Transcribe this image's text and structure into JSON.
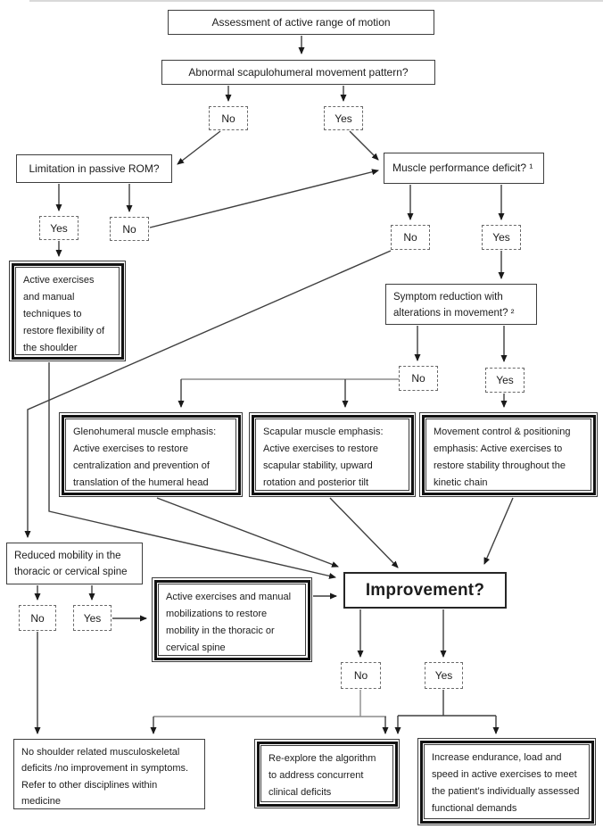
{
  "labels": {
    "yes": "Yes",
    "no": "No"
  },
  "nodes": {
    "assessment": "Assessment of active range of motion",
    "abnormal_pattern": "Abnormal scapulohumeral movement pattern?",
    "passive_rom": "Limitation in passive ROM?",
    "muscle_performance": "Muscle performance deficit? ¹",
    "flexibility": "Active exercises and manual techniques to restore flexibility of the shoulder",
    "symptom_reduction": "Symptom reduction with alterations in movement? ²",
    "glenohumeral": "Glenohumeral muscle emphasis: Active exercises to restore centralization and prevention of translation of the humeral head",
    "scapular": "Scapular muscle emphasis: Active exercises to restore scapular stability, upward rotation and posterior tilt",
    "movement_control": "Movement control & positioning emphasis: Active exercises to restore stability throughout the kinetic chain",
    "reduced_mobility": "Reduced mobility in the thoracic or cervical spine",
    "mobilizations": "Active exercises and manual mobilizations to restore mobility in the thoracic or cervical spine",
    "improvement": "Improvement?",
    "no_deficits": "No shoulder related musculoskeletal deficits /no improvement in symptoms. Refer to other disciplines within medicine",
    "reexplore": "Re-explore the algorithm to address concurrent clinical deficits",
    "increase_endurance": "Increase endurance, load and speed in active exercises to meet the patient’s individually assessed functional demands"
  },
  "colors": {
    "line": "#3f3f3f",
    "line_gray": "#8c8c8c",
    "border": "#3e3e3e"
  }
}
